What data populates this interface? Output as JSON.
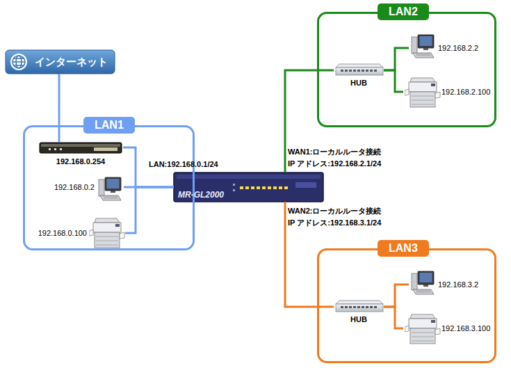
{
  "diagram": {
    "nodes": [
      {
        "text": [
          "インターネット"
        ]
      },
      {
        "text": [
          "LAN1"
        ]
      },
      {
        "text": [
          "192.168.0.254"
        ],
        "in": 1
      },
      {
        "text": [
          "192.168.0.2"
        ],
        "in": 1
      },
      {
        "text": [
          "192.168.0.100"
        ],
        "in": 1
      },
      {
        "text": [
          "MR-GL2000"
        ]
      },
      {
        "text": [
          "LAN2"
        ]
      },
      {
        "text": [
          "HUB"
        ],
        "in": 6
      },
      {
        "text": [
          "192.168.2.2"
        ],
        "in": 6
      },
      {
        "text": [
          "192.168.2.100"
        ],
        "in": 6
      },
      {
        "text": [
          "LAN3"
        ]
      },
      {
        "text": [
          "HUB"
        ],
        "in": 10
      },
      {
        "text": [
          "192.168.3.2"
        ],
        "in": 10
      },
      {
        "text": [
          "192.168.3.100"
        ],
        "in": 10
      }
    ],
    "edges": [
      {
        "from": 0,
        "to": 2,
        "arrow": "none"
      },
      {
        "from": 2,
        "to": 5,
        "arrow": "none"
      },
      {
        "from": 3,
        "to": 5,
        "arrow": "none"
      },
      {
        "from": 4,
        "to": 5,
        "arrow": "none"
      },
      {
        "from": 5,
        "to": 7,
        "arrow": "none"
      },
      {
        "from": 5,
        "to": 11,
        "arrow": "none"
      },
      {
        "from": 7,
        "to": 8,
        "arrow": "none"
      },
      {
        "from": 7,
        "to": 9,
        "arrow": "none"
      },
      {
        "from": 11,
        "to": 12,
        "arrow": "none"
      },
      {
        "from": 11,
        "to": 13,
        "arrow": "none"
      }
    ],
    "labels": [
      "LAN:192.168.0.1/24",
      "WAN1:ローカルルータ接続",
      "IP アドレス:192.168.2.1/24",
      "WAN2:ローカルルータ接続",
      "IP アドレス:192.168.3.1/24"
    ]
  }
}
